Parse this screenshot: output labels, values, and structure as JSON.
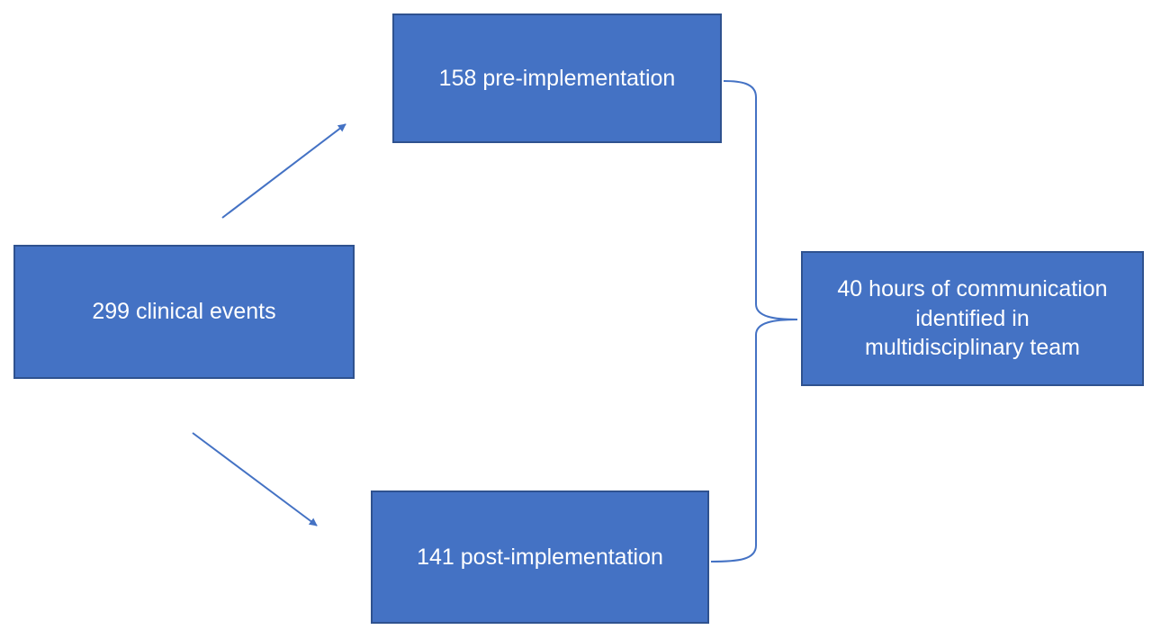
{
  "diagram": {
    "source": {
      "label": "299 clinical events"
    },
    "branches": [
      {
        "label": "158 pre-implementation"
      },
      {
        "label": "141 post-implementation"
      }
    ],
    "result": {
      "label_lines": [
        "40 hours of communication",
        "identified in",
        "multidisciplinary team"
      ]
    },
    "colors": {
      "box_fill": "#4472c4",
      "box_border": "#2f528f",
      "box_text": "#ffffff",
      "connector": "#4472c4"
    }
  }
}
